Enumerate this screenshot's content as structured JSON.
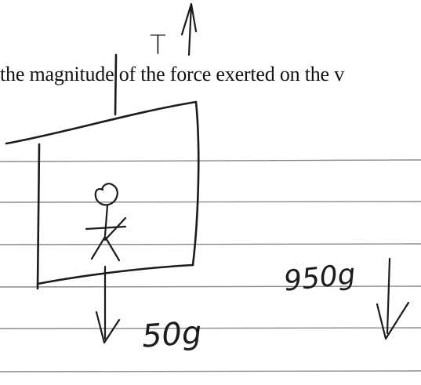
{
  "printed_text": "the magnitude of the force exerted on the v",
  "handwritten": {
    "tension_label": "T",
    "person_weight_label": "50g",
    "elevator_weight_label": "950g"
  },
  "colors": {
    "ink": "#1c1c1c",
    "ruled_line": "#8a8a8a",
    "paper": "#ffffff"
  }
}
